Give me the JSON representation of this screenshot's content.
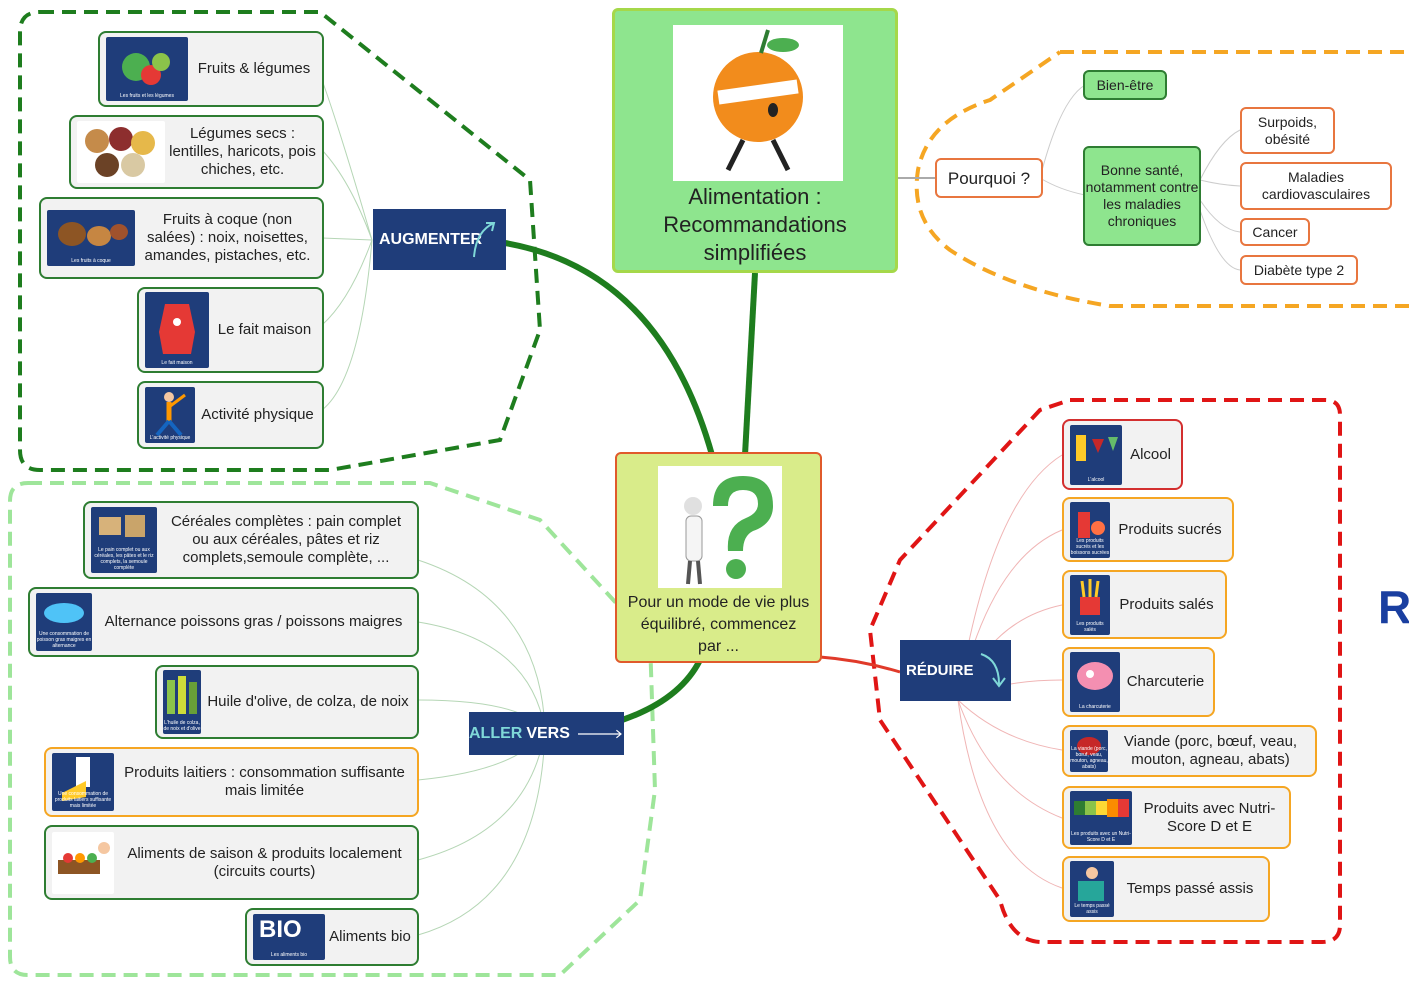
{
  "colors": {
    "augmenter_dash": "#1e7d1e",
    "allervers_dash": "#9ee59a",
    "reduire_dash": "#e01515",
    "pourquoi_dash": "#f5a623",
    "tag_bg": "#1f3d7a"
  },
  "center": {
    "text": "Pour un mode de vie plus équilibré, commencez par ...",
    "icon": "question-mark-person-icon"
  },
  "top": {
    "title": "Alimentation : Recommandations simplifiées",
    "icon": "orange-running-icon"
  },
  "pourquoi": {
    "label": "Pourquoi ?",
    "bien_etre": "Bien-être",
    "bonne_sante": "Bonne santé, notamment contre les maladies chroniques",
    "diseases": [
      "Surpoids, obésité",
      "Maladies cardiovasculaires",
      "Cancer",
      "Diabète type 2"
    ]
  },
  "augmenter": {
    "tag": "AUGMENTER",
    "items": [
      {
        "label": "Fruits & légumes",
        "caption": "Les fruits et les légumes",
        "icon": "fruits-vegetables-icon"
      },
      {
        "label": "Légumes secs : lentilles, haricots, pois chiches, etc.",
        "caption": "",
        "icon": "legumes-icon"
      },
      {
        "label": "Fruits à coque (non salées) : noix, noisettes, amandes, pistaches, etc.",
        "caption": "Les fruits à coque",
        "icon": "nuts-icon"
      },
      {
        "label": "Le fait maison",
        "caption": "Le fait maison",
        "icon": "apron-icon"
      },
      {
        "label": "Activité physique",
        "caption": "L'activité physique",
        "icon": "exercise-icon"
      }
    ]
  },
  "aller_vers": {
    "tag_part1": "ALLER",
    "tag_part2": "VERS",
    "items": [
      {
        "label": "Céréales complètes : pain complet ou aux céréales, pâtes et riz complets,semoule complète, ...",
        "caption": "Le pain complet ou aux céréales, les pâtes et le riz complets, la semoule complète",
        "icon": "grains-icon"
      },
      {
        "label": "Alternance poissons gras / poissons maigres",
        "caption": "Une consommation de poisson gras maigres en alternance",
        "icon": "fish-can-icon"
      },
      {
        "label": "Huile d'olive, de colza, de noix",
        "caption": "L'huile de colza, de noix et d'olive",
        "icon": "oil-bottles-icon"
      },
      {
        "label": "Produits laitiers : consommation suffisante mais limitée",
        "caption": "Une consommation de produits laitiers suffisante mais limitée",
        "icon": "dairy-icon"
      },
      {
        "label": "Aliments de saison & produits localement (circuits courts)",
        "caption": "",
        "icon": "market-stall-icon"
      },
      {
        "label": "Aliments bio",
        "caption": "Les aliments bio",
        "icon": "bio-logo-icon",
        "logo": "BIO"
      }
    ]
  },
  "reduire": {
    "tag": "RÉDUIRE",
    "items": [
      {
        "label": "Alcool",
        "caption": "L'alcool",
        "icon": "drinks-icon"
      },
      {
        "label": "Produits sucrés",
        "caption": "Les produits sucrés et les boissons sucrées",
        "icon": "soda-icon"
      },
      {
        "label": "Produits salés",
        "caption": "Les produits salés",
        "icon": "fries-icon"
      },
      {
        "label": "Charcuterie",
        "caption": "La charcuterie",
        "icon": "ham-icon"
      },
      {
        "label": "Viande (porc, bœuf, veau, mouton, agneau, abats)",
        "caption": "La viande (porc, bœuf, veau, mouton, agneau, abats)",
        "icon": "meat-icon"
      },
      {
        "label": "Produits avec Nutri-Score D et E",
        "caption": "Les produits avec un Nutri-Score D et E",
        "icon": "nutriscore-icon"
      },
      {
        "label": "Temps passé assis",
        "caption": "Le temps passé assis",
        "icon": "sitting-person-icon"
      }
    ]
  },
  "edge_letter": "R"
}
